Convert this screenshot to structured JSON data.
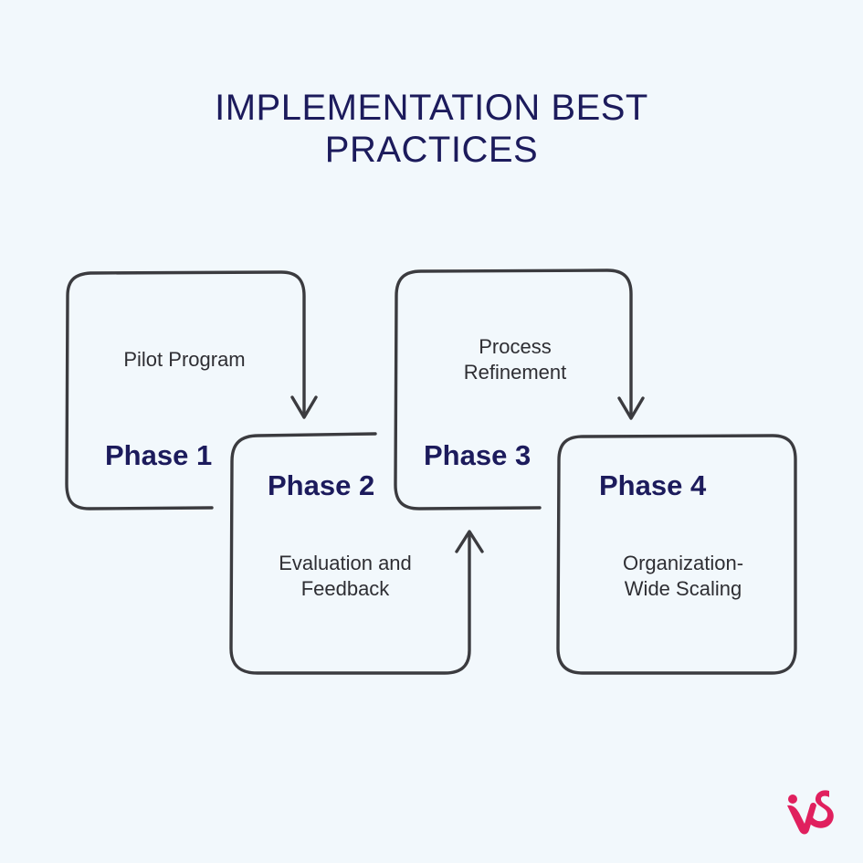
{
  "title": "IMPLEMENTATION BEST\nPRACTICES",
  "phases": [
    {
      "label": "Phase 1",
      "description": "Pilot Program"
    },
    {
      "label": "Phase 2",
      "description": "Evaluation and\nFeedback"
    },
    {
      "label": "Phase 3",
      "description": "Process\nRefinement"
    },
    {
      "label": "Phase 4",
      "description": "Organization-\nWide Scaling"
    }
  ],
  "colors": {
    "background": "#f2f8fc",
    "title": "#1c1b5c",
    "stroke": "#3b3b3f",
    "logo": "#e0205e"
  }
}
